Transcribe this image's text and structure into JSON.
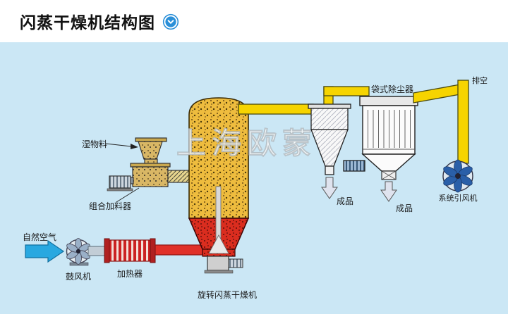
{
  "header": {
    "title": "闪蒸干燥机结构图",
    "toggle_icon": "chevron-down-circle-icon"
  },
  "diagram": {
    "watermark": "上海欧蒙",
    "labels": {
      "wet_material": "湿物料",
      "feeder": "组合加料器",
      "natural_air": "自然空气",
      "blower": "鼓风机",
      "heater": "加热器",
      "dryer": "旋转闪蒸干燥机",
      "cyclone_product": "成品",
      "bagfilter_product": "成品",
      "bag_filter": "袋式除尘器",
      "id_fan": "系统引风机",
      "vent": "排空"
    },
    "colors": {
      "background": "#cbe7f5",
      "tower_body": "#eebc3e",
      "tower_cone": "#da2d1f",
      "duct": "#f6d400",
      "heater": "#cc2222",
      "air_arrow": "#29a8e0",
      "fan_blades": "#2a5fa8",
      "title_icon": "#2a8fd8"
    }
  }
}
